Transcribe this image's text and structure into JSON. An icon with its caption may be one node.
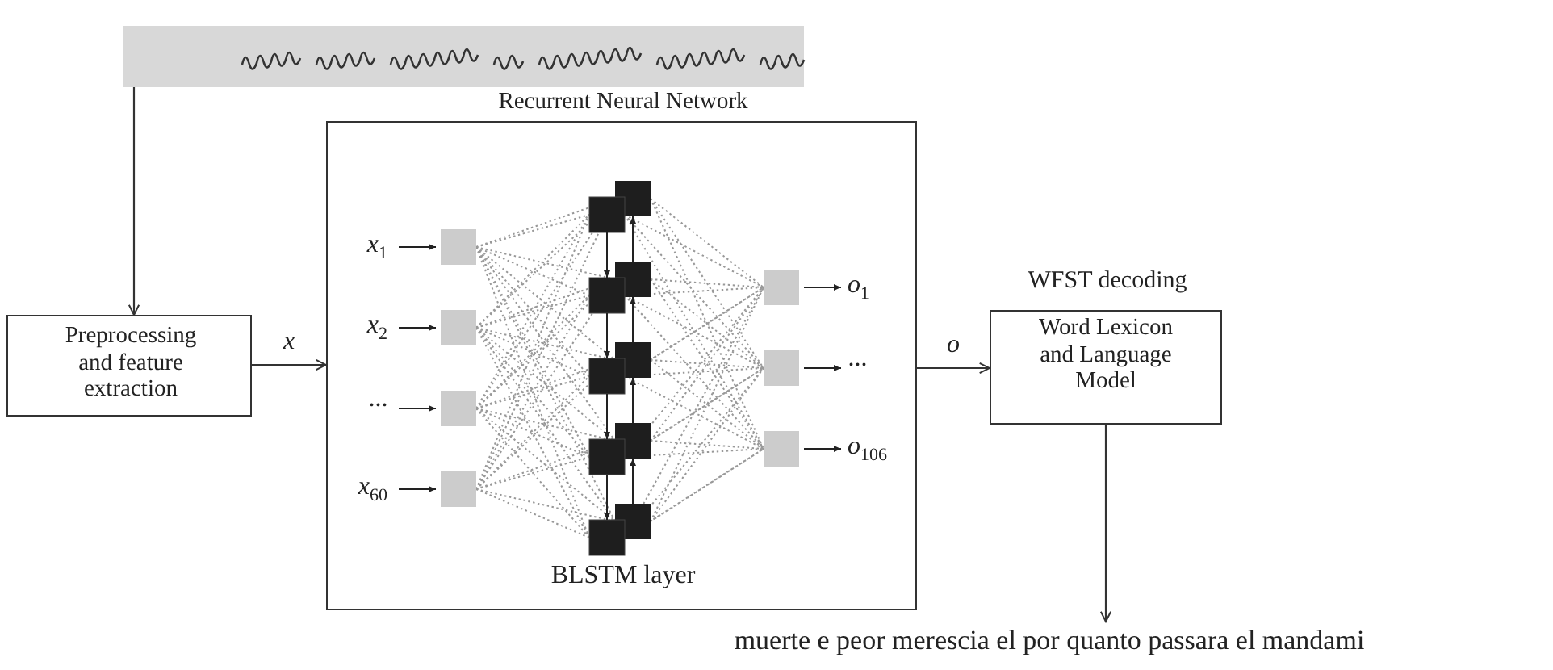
{
  "diagram": {
    "nodes": [
      {
        "text": [],
        "shape": "picture"
      },
      {
        "text": [
          "Preprocessing and feature extraction"
        ]
      },
      {
        "text": [
          "Recurrent Neural Network",
          "BLSTM layer"
        ]
      },
      {
        "text": [
          "WFST decoding",
          "Word Lexicon and Language Model"
        ]
      },
      {
        "text": [
          "muerte e peor merescia el por quanto passara el mandami"
        ]
      }
    ],
    "edges": [
      {
        "from": 0,
        "to": 1,
        "arrow": "to"
      },
      {
        "from": 1,
        "to": 2,
        "arrow": "to",
        "label": "x"
      },
      {
        "from": 2,
        "to": 3,
        "arrow": "to",
        "label": "o"
      },
      {
        "from": 3,
        "to": 4,
        "arrow": "to"
      }
    ],
    "labels": [
      "x$_{1}$",
      "x$_{2}$",
      "···",
      "x$_{60}$",
      "o$_{1}$",
      "···",
      "o$_{106}$"
    ]
  }
}
